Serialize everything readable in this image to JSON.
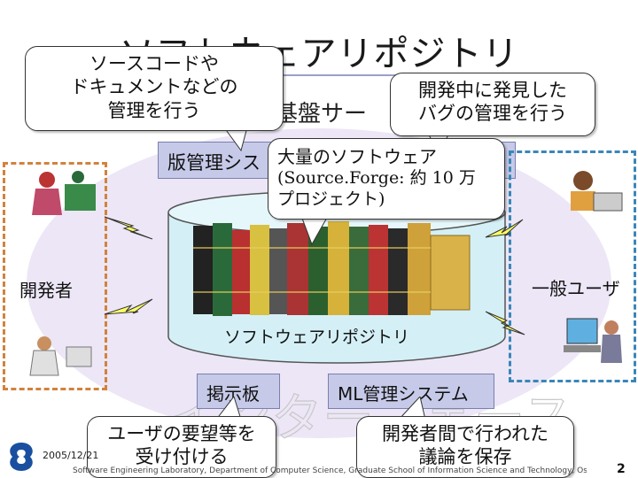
{
  "slide": {
    "title": "ソフトウェアリポジトリ",
    "subtitle_fragment": "基盤サー",
    "version_system_label": "版管理シス",
    "repository_label": "ソフトウェアリポジトリ",
    "developer_label": "開発者",
    "general_user_label": "一般ユーザ",
    "bbs_label": "掲示板",
    "ml_label": "ML管理システム",
    "background_text": "インターフェース",
    "date": "2005/12/21",
    "footer": "Software Engineering Laboratory, Department of Computer Science, Graduate School of Information Science and Technology, Osaka University",
    "page_number": "2"
  },
  "callouts": {
    "source_management": [
      "ソースコードや",
      "ドキュメントなどの",
      "管理を行う"
    ],
    "bug_management": [
      "開発中に発見した",
      "バグの管理を行う"
    ],
    "large_software": [
      "大量のソフトウェア",
      "(Source.Forge: 約 10 万",
      "プロジェクト)"
    ],
    "user_requests": [
      "ユーザの要望等を",
      "受け付ける"
    ],
    "discussion": [
      "開発者間で行われた",
      "議論を保存"
    ]
  },
  "colors": {
    "box_fill": "#c6cae8",
    "ellipse_fill": "#ece6f6",
    "cylinder_fill": "#d4f0f6",
    "developer_border": "#d2823c",
    "user_border": "#3a86b8",
    "lightning": "#ffff66"
  }
}
